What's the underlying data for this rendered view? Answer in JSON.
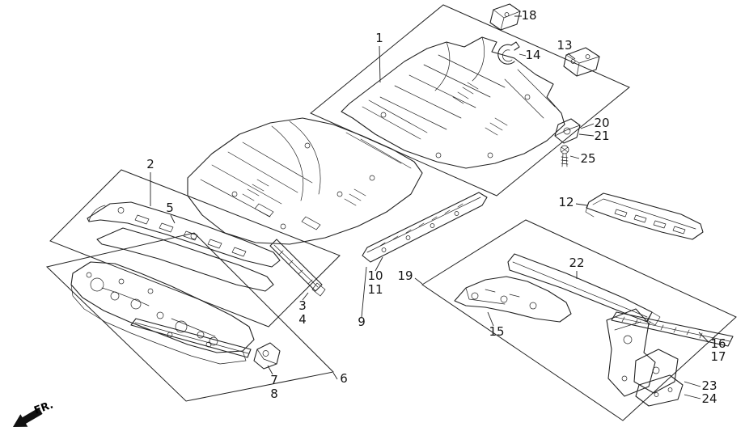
{
  "colors": {
    "ink": "#222222",
    "background": "#ffffff"
  },
  "diagram": {
    "fr_label": "FR.",
    "callouts": [
      "1",
      "2",
      "3",
      "4",
      "5",
      "6",
      "7",
      "8",
      "9",
      "10",
      "11",
      "12",
      "13",
      "14",
      "15",
      "16",
      "17",
      "18",
      "19",
      "20",
      "21",
      "22",
      "23",
      "24",
      "25"
    ]
  }
}
